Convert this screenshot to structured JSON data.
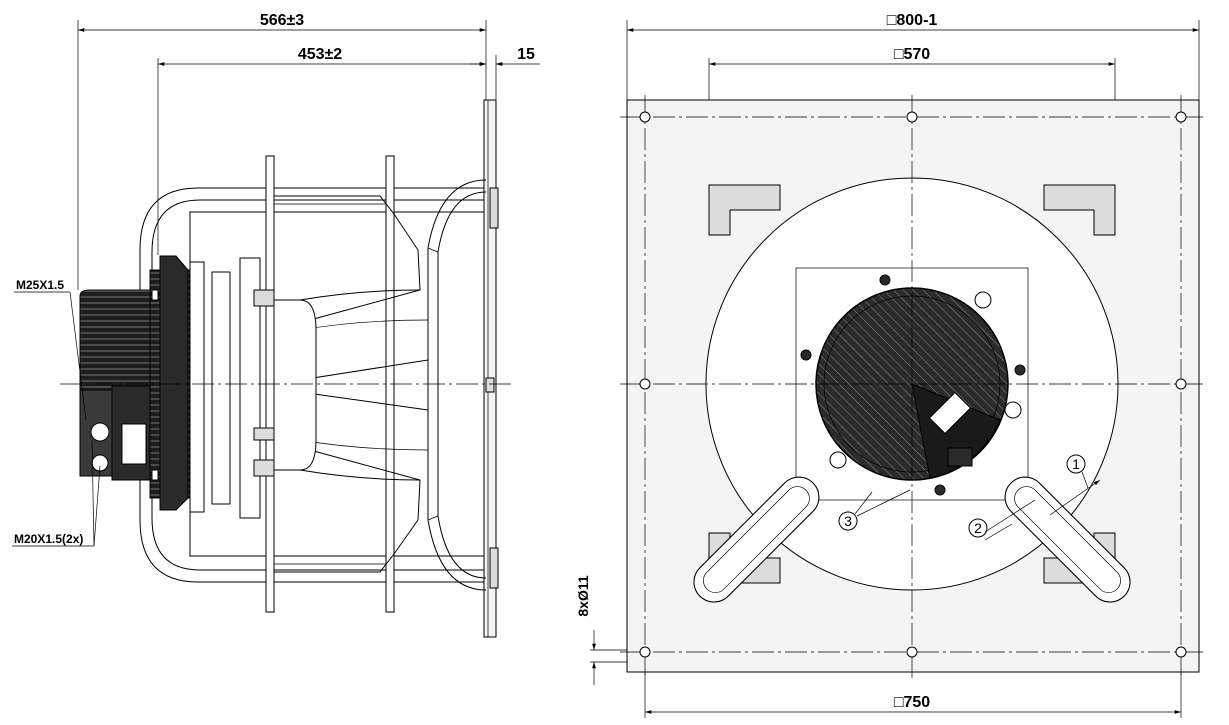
{
  "side_view": {
    "dim_overall_length": "566±3",
    "dim_inlet_length": "453±2",
    "dim_plate_thickness": "15",
    "label_cable_gland_large": "M25X1.5",
    "label_cable_gland_small": "M20X1.5(2x)"
  },
  "front_view": {
    "dim_plate_width": "□800-1",
    "dim_bracket_width": "□570",
    "dim_hole_spacing": "□750",
    "dim_holes": "8xØ11",
    "callout_1": "1",
    "callout_2": "2",
    "callout_3": "3"
  }
}
